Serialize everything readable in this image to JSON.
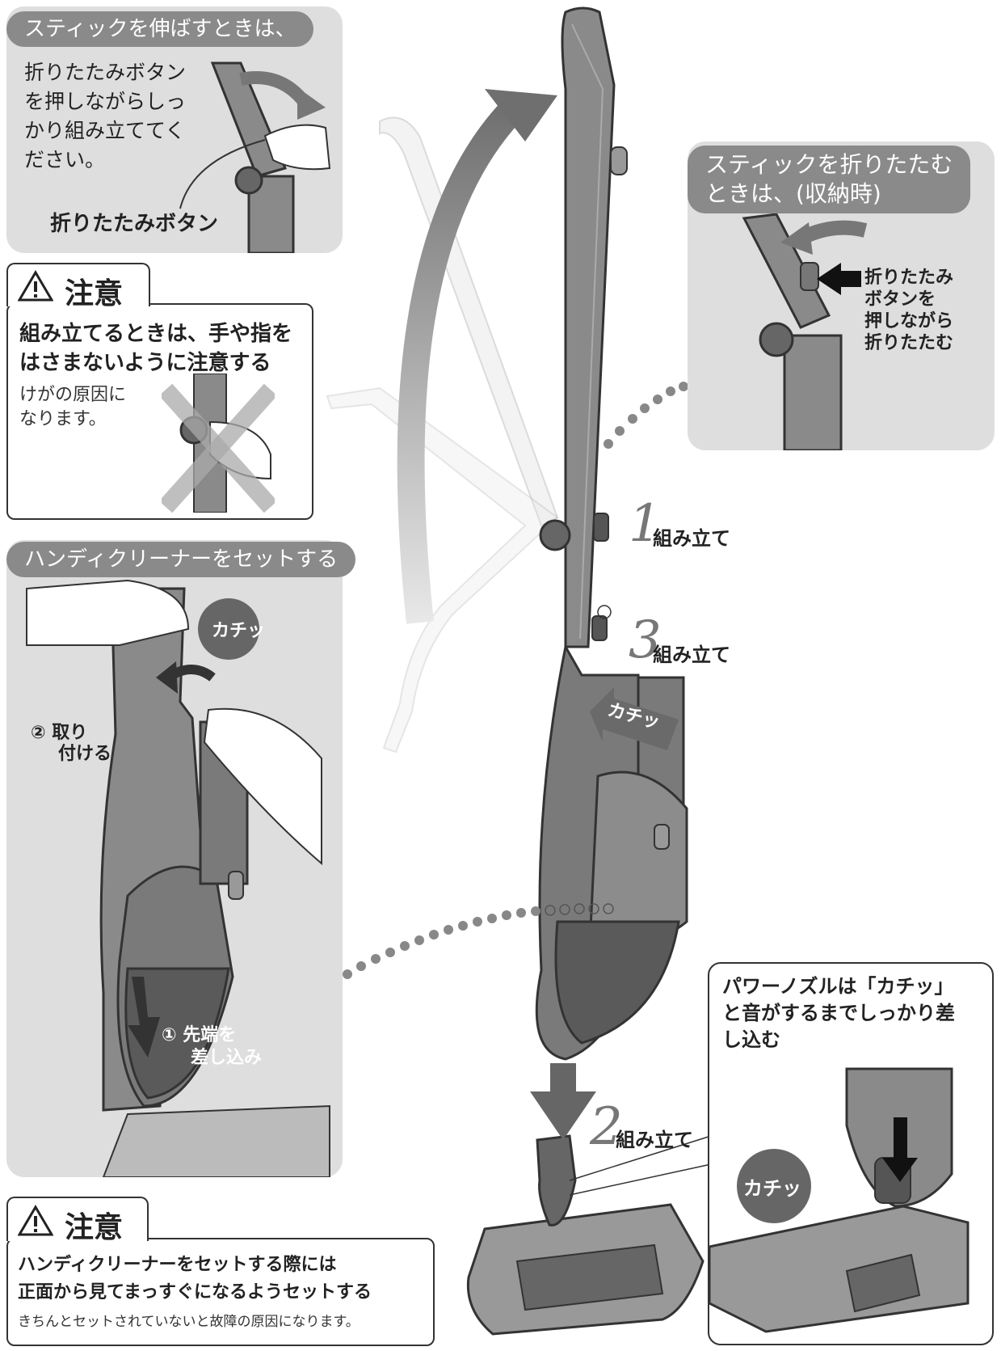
{
  "extend_panel": {
    "title": "スティックを伸ばすときは、",
    "instruction_lines": [
      "折りたたみボタン",
      "を押しながらしっ",
      "かり組み立ててく",
      "ださい。"
    ],
    "button_label": "折りたたみボタン"
  },
  "caution1": {
    "title": "注意",
    "heading_lines": [
      "組み立てるときは、手や指を",
      "はさまないように注意する"
    ],
    "note_lines": [
      "けがの原因に",
      "なります。"
    ]
  },
  "fold_panel": {
    "title_lines": [
      "スティックを折りたたむ",
      "ときは、(収納時)"
    ],
    "instruction_lines": [
      "折りたたみ",
      "ボタンを",
      "押しながら",
      "折りたたむ"
    ]
  },
  "handy_panel": {
    "title": "ハンディクリーナーをセットする",
    "step2_lines": [
      "② 取り",
      "付ける"
    ],
    "step1_lines": [
      "① 先端を",
      "差し込み"
    ],
    "click_sound": "カチッ"
  },
  "assembly_steps": [
    {
      "number": "1",
      "label": "組み立て"
    },
    {
      "number": "3",
      "label": "組み立て"
    },
    {
      "number": "2",
      "label": "組み立て"
    }
  ],
  "main_click_sound": "カチッ",
  "nozzle_box": {
    "text_lines": [
      "パワーノズルは「カチッ」",
      "と音がするまでしっかり差",
      "し込む"
    ],
    "click_sound": "カチッ"
  },
  "caution2": {
    "title": "注意",
    "heading_lines": [
      "ハンディクリーナーをセットする際には",
      "正面から見てまっすぐになるようセットする"
    ],
    "note": "きちんとセットされていないと故障の原因になります。"
  },
  "colors": {
    "panel_bg": "#dedede",
    "pill_bg": "#8a8a8a",
    "stick": "#7a7a7a",
    "dark": "#555555"
  }
}
